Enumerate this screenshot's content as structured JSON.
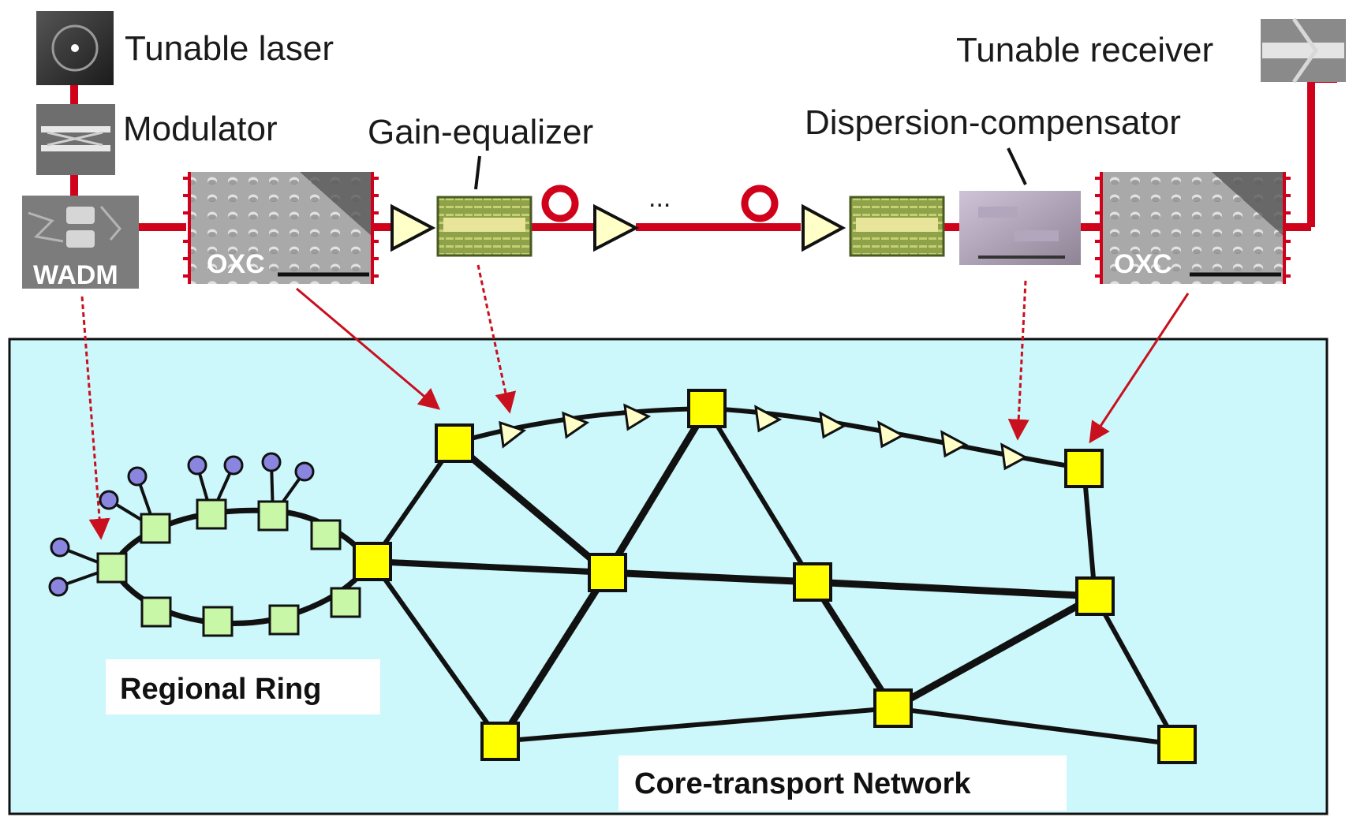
{
  "labels": {
    "tunable_laser": "Tunable laser",
    "modulator": "Modulator",
    "gain_equalizer": "Gain-equalizer",
    "dispersion_compensator": "Dispersion-compensator",
    "tunable_receiver": "Tunable receiver",
    "ellipsis": "...",
    "regional_ring": "Regional Ring",
    "core_network": "Core-transport Network"
  },
  "components": {
    "wadm": "WADM",
    "oxc_left": "OXC",
    "oxc_right": "OXC"
  },
  "colors": {
    "fiber": "#d0021b",
    "panel": "#ccf7fb",
    "core_node": "#ffff00",
    "ring_node": "#c8f7a8",
    "client_node": "#8a86e0",
    "amplifier": "#ffffc8"
  }
}
